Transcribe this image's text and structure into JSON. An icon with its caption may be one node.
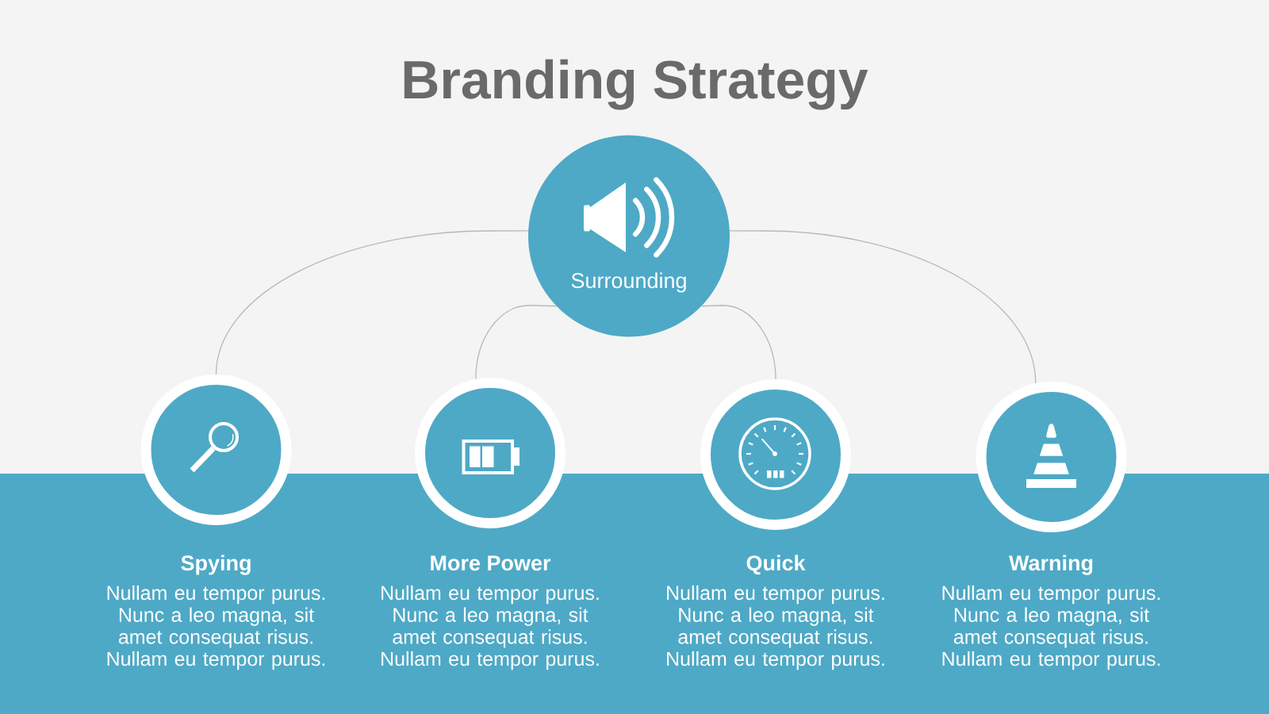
{
  "diagram": {
    "title": "Branding Strategy",
    "nodes": [
      {
        "text": [
          "Surrounding"
        ]
      },
      {
        "text": [
          "Spying",
          "Nullam eu tempor purus. Nunc a leo magna, sit amet consequat risus. Nullam eu tempor purus."
        ]
      },
      {
        "text": [
          "More Power",
          "Nullam eu tempor purus. Nunc a leo magna, sit amet consequat risus. Nullam eu tempor purus."
        ]
      },
      {
        "text": [
          "Quick",
          "Nullam eu tempor purus. Nunc a leo magna, sit amet consequat risus. Nullam eu tempor purus."
        ]
      },
      {
        "text": [
          "Warning",
          "Nullam eu tempor purus. Nunc a leo magna, sit amet consequat risus. Nullam eu tempor purus."
        ]
      }
    ],
    "edges": [
      {
        "from": 0,
        "to": 1,
        "arrow": "none"
      },
      {
        "from": 0,
        "to": 2,
        "arrow": "none"
      },
      {
        "from": 0,
        "to": 3,
        "arrow": "none"
      },
      {
        "from": 0,
        "to": 4,
        "arrow": "none"
      }
    ]
  }
}
